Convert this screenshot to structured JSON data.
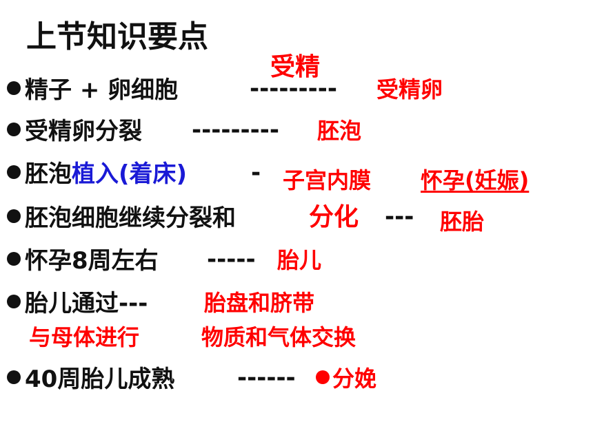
{
  "title": "上节知识要点",
  "colors": {
    "text": "#111111",
    "answer": "#ff0000",
    "highlight": "#1a1ad6"
  },
  "lines": {
    "l1": {
      "text": "精子 + 卵细胞",
      "dashes": "---------",
      "above": "受精",
      "answer": "受精卵"
    },
    "l2": {
      "text": "受精卵分裂",
      "dashes": "---------",
      "answer": "胚泡"
    },
    "l3": {
      "text": "胚泡",
      "highlight": "植入(着床)",
      "dashes": "-",
      "answer1": "子宫内膜",
      "answer2": "怀孕(妊娠)"
    },
    "l4": {
      "text": "胚泡细胞继续分裂和",
      "fill": "分化",
      "dashes": "---",
      "answer": "胚胎"
    },
    "l5": {
      "text": "怀孕8周左右",
      "dashes": "-----",
      "answer": "胎儿"
    },
    "l6": {
      "text": "胎儿通过---",
      "answer": "胎盘和脐带",
      "sub1": "与母体进行",
      "sub2": "物质和气体交换"
    },
    "l7": {
      "text": "40周胎儿成熟",
      "dashes": "------",
      "answer": "分娩"
    }
  }
}
